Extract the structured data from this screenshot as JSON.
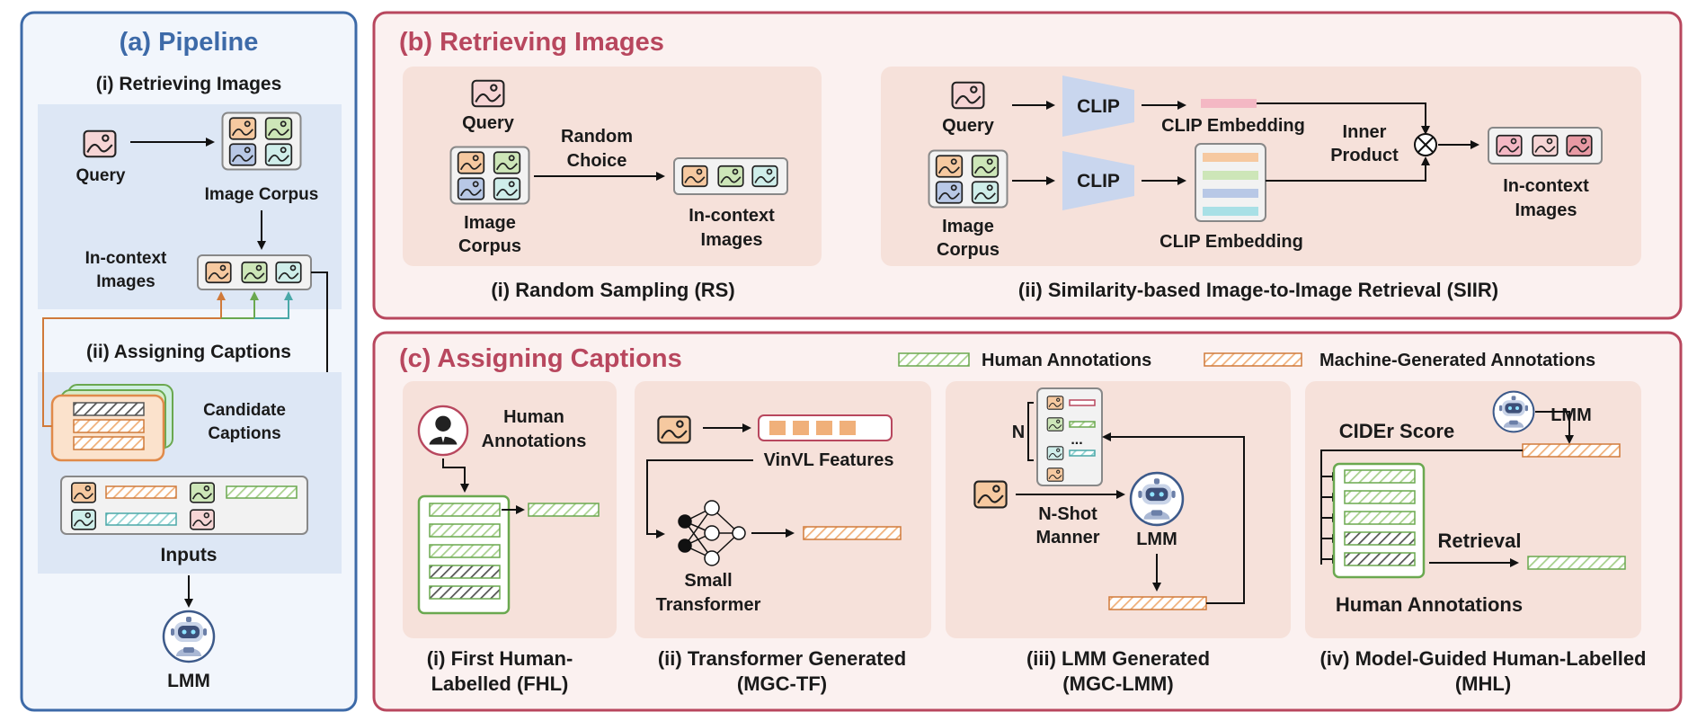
{
  "pipeline": {
    "title": "(a) Pipeline",
    "retrieving_images": "(i) Retrieving Images",
    "query": "Query",
    "image_corpus": "Image Corpus",
    "in_context_1": "In-context",
    "in_context_2": "Images",
    "assigning_captions": "(ii) Assigning Captions",
    "candidate_1": "Candidate",
    "candidate_2": "Captions",
    "inputs": "Inputs",
    "lmm": "LMM"
  },
  "retrieving": {
    "title": "(b) Retrieving Images",
    "rs": {
      "query": "Query",
      "random_1": "Random",
      "random_2": "Choice",
      "corpus_1": "Image",
      "corpus_2": "Corpus",
      "in_context_1": "In-context",
      "in_context_2": "Images",
      "caption": "(i) Random Sampling (RS)"
    },
    "siir": {
      "query": "Query",
      "clip_1": "CLIP",
      "clip_2": "CLIP",
      "clip_embedding_1": "CLIP Embedding",
      "clip_embedding_2": "CLIP Embedding",
      "inner_1": "Inner",
      "inner_2": "Product",
      "corpus_1": "Image",
      "corpus_2": "Corpus",
      "in_context_1": "In-context",
      "in_context_2": "Images",
      "caption": "(ii) Similarity-based Image-to-Image Retrieval (SIIR)"
    }
  },
  "assigning": {
    "title": "(c) Assigning Captions",
    "legend_human": "Human Annotations",
    "legend_machine": "Machine-Generated Annotations",
    "fhl": {
      "human_1": "Human",
      "human_2": "Annotations",
      "caption_1": "(i) First Human-",
      "caption_2": "Labelled (FHL)"
    },
    "tf": {
      "vinvl": "VinVL Features",
      "small": "Small",
      "transformer": "Transformer",
      "caption_1": "(ii) Transformer Generated",
      "caption_2": "(MGC-TF)"
    },
    "lmm_gen": {
      "n": "N",
      "ellipsis": "...",
      "nshot_1": "N-Shot",
      "nshot_2": "Manner",
      "lmm": "LMM",
      "caption_1": "(iii) LMM Generated",
      "caption_2": "(MGC-LMM)"
    },
    "mhl": {
      "lmm": "LMM",
      "cider": "CIDEr Score",
      "retrieval": "Retrieval",
      "human": "Human Annotations",
      "caption_1": "(iv) Model-Guided Human-Labelled",
      "caption_2": "(MHL)"
    }
  },
  "colors": {
    "pipeline_border": "#3d6aa8",
    "section_border": "#b8475e",
    "human_green": "#6aa84f",
    "machine_orange": "#e08a4a"
  }
}
